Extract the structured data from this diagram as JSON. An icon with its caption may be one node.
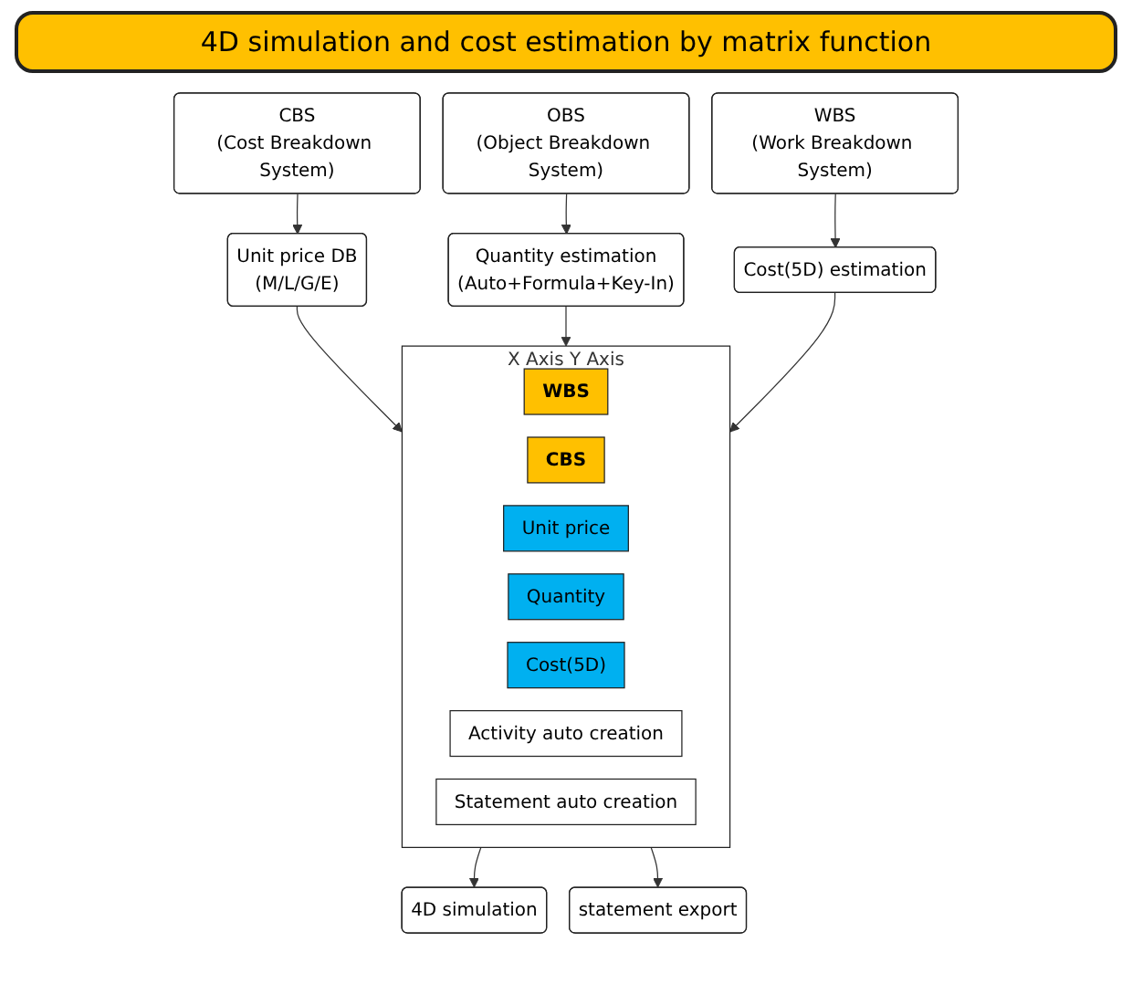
{
  "diagram": {
    "title": "4D simulation and cost estimation by matrix function",
    "nodes": [
      {
        "text": [
          "CBS",
          "(Cost Breakdown System)"
        ]
      },
      {
        "text": [
          "OBS",
          "(Object Breakdown System)"
        ]
      },
      {
        "text": [
          "WBS",
          "(Work Breakdown System)"
        ]
      },
      {
        "text": [
          "Unit price DB",
          "(M/L/G/E)"
        ]
      },
      {
        "text": [
          "Quantity estimation",
          "(Auto+Formula+Key-In)"
        ]
      },
      {
        "text": [
          "Cost(5D) estimation"
        ]
      },
      {
        "text": [
          "X Axis",
          "Y Axis"
        ]
      },
      {
        "text": [
          "WBS"
        ],
        "in": 6
      },
      {
        "text": [
          "CBS"
        ],
        "in": 6
      },
      {
        "text": [
          "Unit price"
        ],
        "in": 6
      },
      {
        "text": [
          "Quantity"
        ],
        "in": 6
      },
      {
        "text": [
          "Cost(5D)"
        ],
        "in": 6
      },
      {
        "text": [
          "Activity auto creation"
        ],
        "in": 6
      },
      {
        "text": [
          "Statement auto creation"
        ],
        "in": 6
      },
      {
        "text": [
          "4D simulation"
        ]
      },
      {
        "text": [
          "statement export"
        ]
      }
    ],
    "edges": [
      {
        "from": 0,
        "to": 3,
        "arrow": "to"
      },
      {
        "from": 1,
        "to": 4,
        "arrow": "to"
      },
      {
        "from": 2,
        "to": 5,
        "arrow": "to"
      },
      {
        "from": 3,
        "to": 6,
        "arrow": "to"
      },
      {
        "from": 4,
        "to": 6,
        "arrow": "to"
      },
      {
        "from": 5,
        "to": 6,
        "arrow": "to"
      },
      {
        "from": 6,
        "to": 14,
        "arrow": "to"
      },
      {
        "from": 6,
        "to": 15,
        "arrow": "to"
      }
    ]
  }
}
